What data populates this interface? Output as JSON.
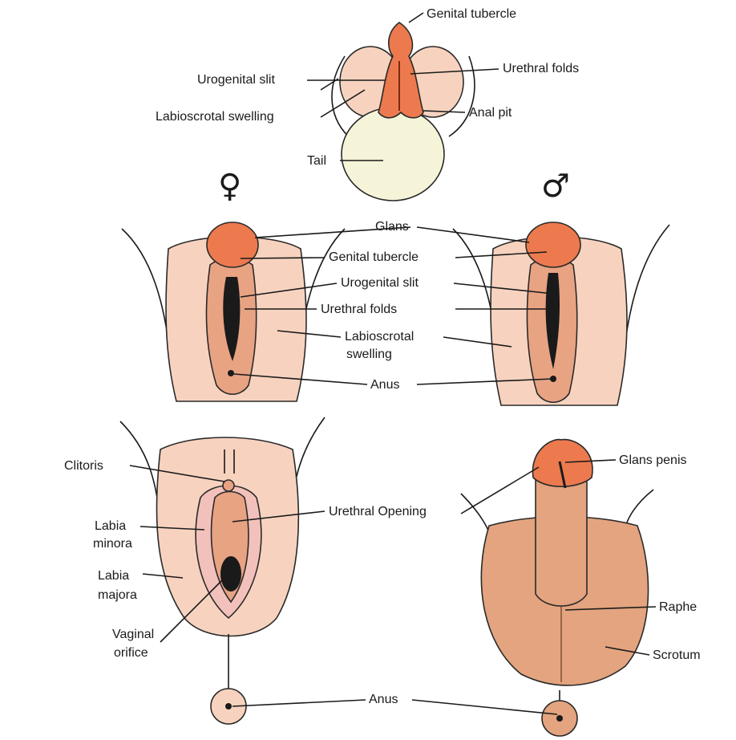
{
  "colors": {
    "skin_light": "#f7d3bf",
    "skin_mid": "#e8a383",
    "skin_scrotum": "#e3a47f",
    "glans": "#ec7a4e",
    "tail": "#f6f4d8",
    "mucosa": "#f3c1bb",
    "outline": "#2a2a2a"
  },
  "symbols": {
    "female": "♀",
    "male": "♂"
  },
  "labels": {
    "indifferent": {
      "genital_tubercle": "Genital tubercle",
      "urogenital_slit": "Urogenital slit",
      "urethral_folds": "Urethral folds",
      "labioscrotal_swelling": "Labioscrotal swelling",
      "anal_pit": "Anal pit",
      "tail": "Tail"
    },
    "intermediate": {
      "glans": "Glans",
      "genital_tubercle": "Genital tubercle",
      "urogenital_slit": "Urogenital slit",
      "urethral_folds": "Urethral folds",
      "labioscrotal_line1": "Labioscrotal",
      "labioscrotal_line2": "swelling",
      "anus": "Anus"
    },
    "female": {
      "clitoris": "Clitoris",
      "labia_minora_line1": "Labia",
      "labia_minora_line2": "minora",
      "labia_majora_line1": "Labia",
      "labia_majora_line2": "majora",
      "vaginal_orifice_line1": "Vaginal",
      "vaginal_orifice_line2": "orifice"
    },
    "male": {
      "glans_penis": "Glans penis",
      "urethral_opening": "Urethral Opening",
      "raphe": "Raphe",
      "scrotum": "Scrotum"
    },
    "bottom": {
      "anus": "Anus"
    }
  }
}
